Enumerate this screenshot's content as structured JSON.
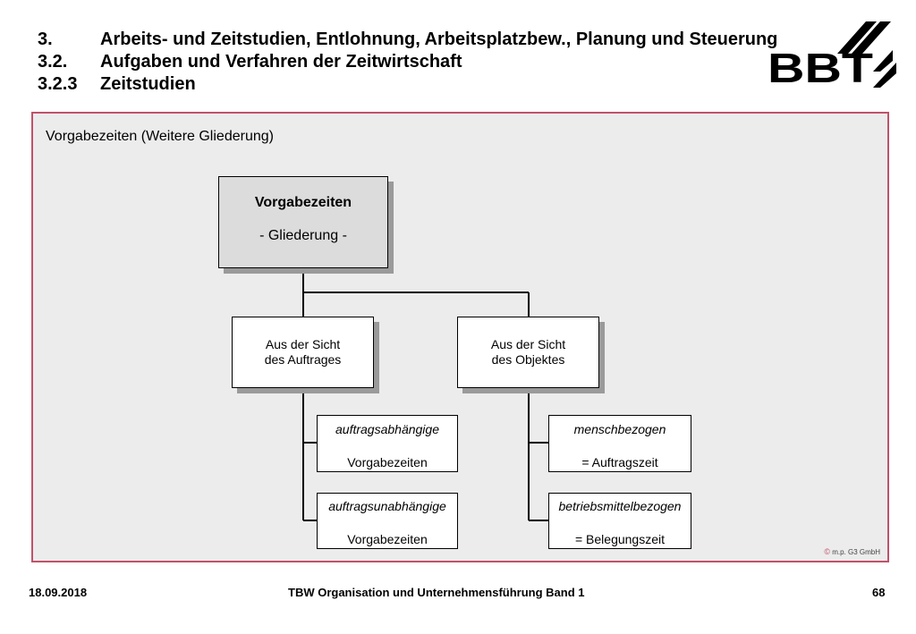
{
  "header": {
    "line1": {
      "num": "3.",
      "text": "Arbeits- und Zeitstudien, Entlohnung, Arbeitsplatzbew., Planung und Steuerung"
    },
    "line2": {
      "num": "3.2.",
      "text": "Aufgaben und Verfahren der Zeitwirtschaft"
    },
    "line3": {
      "num": "3.2.3",
      "text": "Zeitstudien"
    }
  },
  "logo": {
    "text": "BBT"
  },
  "panel": {
    "title": "Vorgabezeiten (Weitere Gliederung)",
    "copyright_symbol": "©",
    "copyright": "m.p. G3 GmbH"
  },
  "diagram": {
    "root": {
      "title": "Vorgabezeiten",
      "subtitle": "- Gliederung -"
    },
    "left": {
      "line1": "Aus der Sicht",
      "line2": "des Auftrages"
    },
    "right": {
      "line1": "Aus der Sicht",
      "line2": "des Objektes"
    },
    "left_children": [
      {
        "em": "auftragsabhängige",
        "text": "Vorgabezeiten"
      },
      {
        "em": "auftragsunabhängige",
        "text": "Vorgabezeiten"
      }
    ],
    "right_children": [
      {
        "em": "menschbezogen",
        "text": "= Auftragszeit"
      },
      {
        "em": "betriebsmittelbezogen",
        "text": "= Belegungszeit"
      }
    ]
  },
  "footer": {
    "date": "18.09.2018",
    "title": "TBW Organisation und Unternehmensführung Band 1",
    "page": "68"
  }
}
